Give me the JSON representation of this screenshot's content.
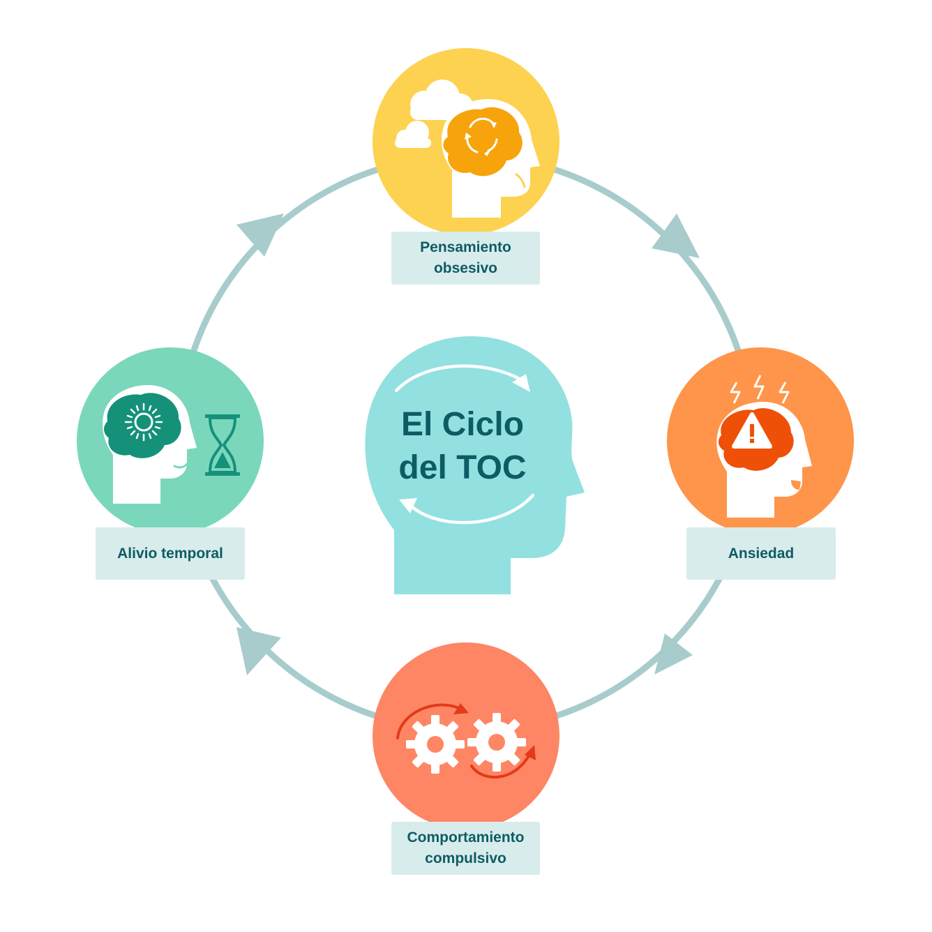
{
  "title": {
    "line1": "El Ciclo",
    "line2": "del TOC"
  },
  "stages": {
    "obsessive_thought": {
      "line1": "Pensamiento",
      "line2": "obsesivo",
      "icon": "head-brain-clouds-icon"
    },
    "anxiety": {
      "label": "Ansiedad",
      "icon": "head-brain-warning-icon"
    },
    "compulsive_behavior": {
      "line1": "Comportamiento",
      "line2": "compulsivo",
      "icon": "gears-cycle-icon"
    },
    "temporary_relief": {
      "label": "Alivio temporal",
      "icon": "head-sun-hourglass-icon"
    }
  },
  "colors": {
    "ring": "#a8cccc",
    "obsessive": "#fdd251",
    "anxiety": "#fe954a",
    "compulsive": "#fe8665",
    "relief": "#7bd7bb",
    "center_head": "#93e0e1",
    "text": "#0e5c63",
    "label_bg": "#d8ecec"
  }
}
